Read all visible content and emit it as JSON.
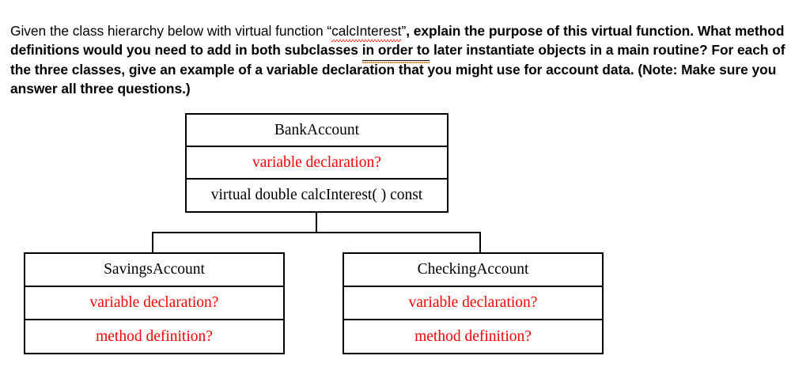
{
  "question": {
    "segments": [
      {
        "text": "Given the class hierarchy below with virtual function “",
        "style": "regular"
      },
      {
        "text": "calcInterest",
        "style": "spell-error"
      },
      {
        "text": "”",
        "style": "regular"
      },
      {
        "text": ", explain the purpose of this virtual function. What method definitions would you need to add in both subclasses ",
        "style": "bold"
      },
      {
        "text": "in order to",
        "style": "grammar-flag"
      },
      {
        "text": " later instantiate objects in a main routine? For each of the three classes, give an example of a variable declaration that you might use for account data. (Note: Make sure you answer all three questions.)",
        "style": "bold"
      }
    ],
    "full_text": "Given the class hierarchy below with virtual function “calcInterest”, explain the purpose of this virtual function. What method definitions would you need to add in both subclasses in order to later instantiate objects in a main routine? For each of the three classes, give an example of a variable declaration that you might use for account data. (Note: Make sure you answer all three questions.)",
    "spellcheck_word": "calcInterest",
    "grammar_flagged_phrase": "in order to"
  },
  "diagram": {
    "type": "uml-class-hierarchy",
    "colors": {
      "placeholder_text": "#ff0000",
      "box_border": "#000000",
      "body_text": "#000000",
      "spellcheck_underline": "#f0392b",
      "grammar_underline": "#cd8428"
    },
    "parent": {
      "name": "BankAccount",
      "attributes": "variable declaration?",
      "operations": "virtual double calcInterest( ) const"
    },
    "children": [
      {
        "name": "SavingsAccount",
        "attributes": "variable declaration?",
        "operations": "method definition?"
      },
      {
        "name": "CheckingAccount",
        "attributes": "variable declaration?",
        "operations": "method definition?"
      }
    ]
  }
}
